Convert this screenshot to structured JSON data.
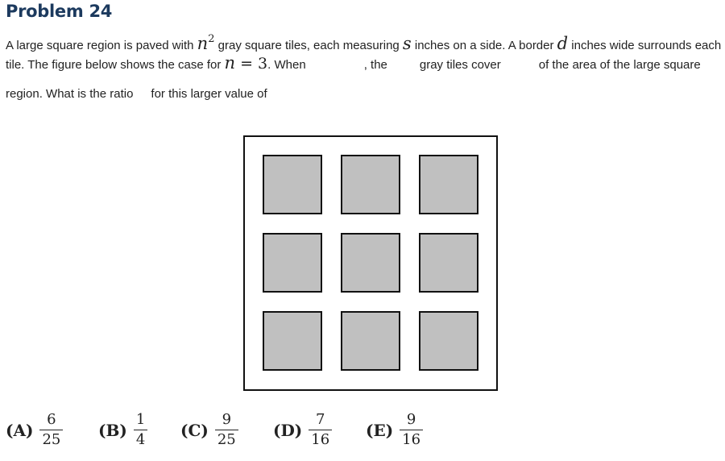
{
  "title": "Problem 24",
  "line1": {
    "p1": "A large square region is paved with ",
    "n": "n",
    "exp": "2",
    "p2": " gray square tiles, each measuring ",
    "s": "s",
    "p3": " inches on a side. A border ",
    "d": "d",
    "p4": " inches wide surrounds each"
  },
  "line2": {
    "p1": "tile. The figure below shows the case for ",
    "n": "n",
    "eq": " = 3",
    "p2": ". When",
    "p3": ", the",
    "p4": "gray tiles cover",
    "p5": "of the area of the large square"
  },
  "line3": {
    "p1": "region. What is the ratio",
    "p2": "for this larger value of"
  },
  "figure": {
    "tile_color": "#c0c0c0",
    "border_color": "#111111",
    "grid_n": 3
  },
  "choices": [
    {
      "label": "(A)",
      "num": "6",
      "den": "25"
    },
    {
      "label": "(B)",
      "num": "1",
      "den": "4"
    },
    {
      "label": "(C)",
      "num": "9",
      "den": "25"
    },
    {
      "label": "(D)",
      "num": "7",
      "den": "16"
    },
    {
      "label": "(E)",
      "num": "9",
      "den": "16"
    }
  ]
}
